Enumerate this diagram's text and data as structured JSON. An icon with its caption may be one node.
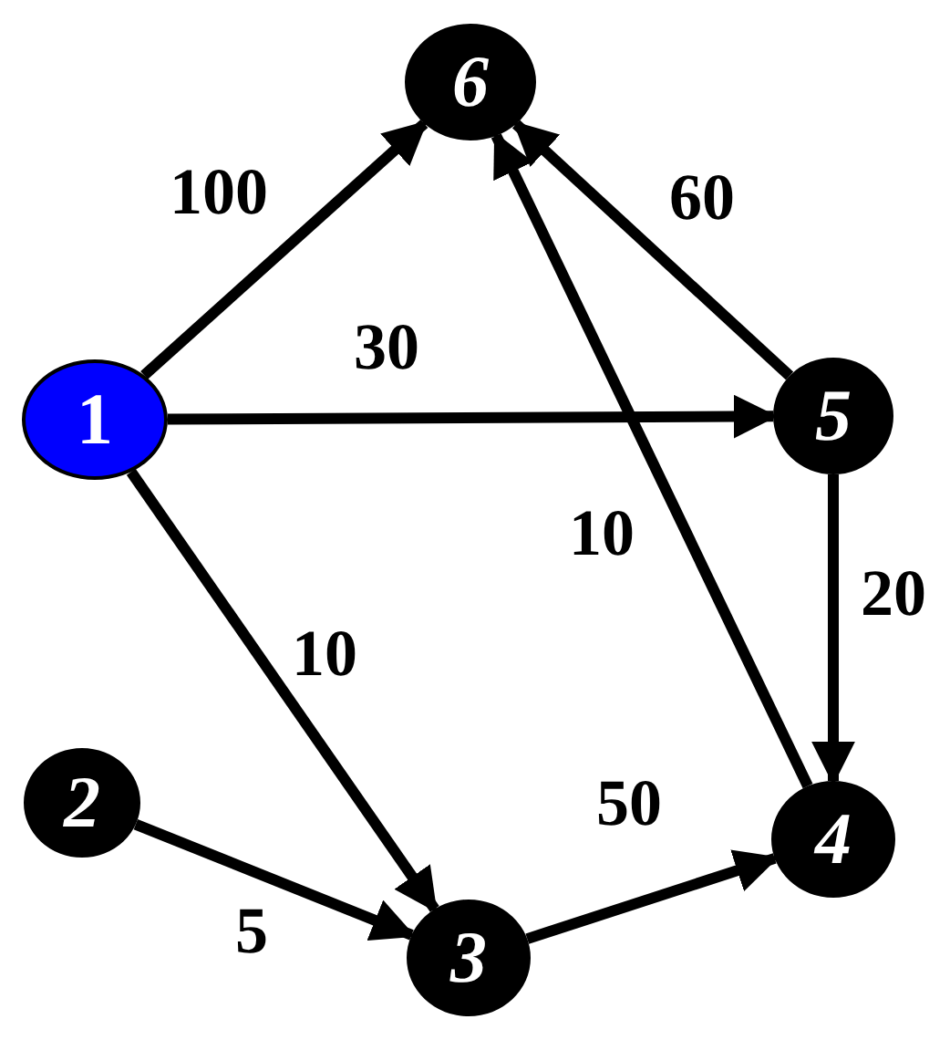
{
  "diagram": {
    "nodes": [
      {
        "text": [
          "1"
        ]
      },
      {
        "text": [
          "2"
        ]
      },
      {
        "text": [
          "3"
        ]
      },
      {
        "text": [
          "4"
        ]
      },
      {
        "text": [
          "5"
        ]
      },
      {
        "text": [
          "6"
        ]
      }
    ],
    "edges": [
      {
        "from": 0,
        "to": 5,
        "arrow": "to",
        "label": "100"
      },
      {
        "from": 0,
        "to": 4,
        "arrow": "to",
        "label": "30"
      },
      {
        "from": 0,
        "to": 2,
        "arrow": "to",
        "label": "10"
      },
      {
        "from": 4,
        "to": 5,
        "arrow": "to",
        "label": "60"
      },
      {
        "from": 3,
        "to": 5,
        "arrow": "to",
        "label": "10"
      },
      {
        "from": 4,
        "to": 3,
        "arrow": "to",
        "label": "20"
      },
      {
        "from": 1,
        "to": 2,
        "arrow": "to",
        "label": "5"
      },
      {
        "from": 2,
        "to": 3,
        "arrow": "to",
        "label": "50"
      }
    ]
  }
}
